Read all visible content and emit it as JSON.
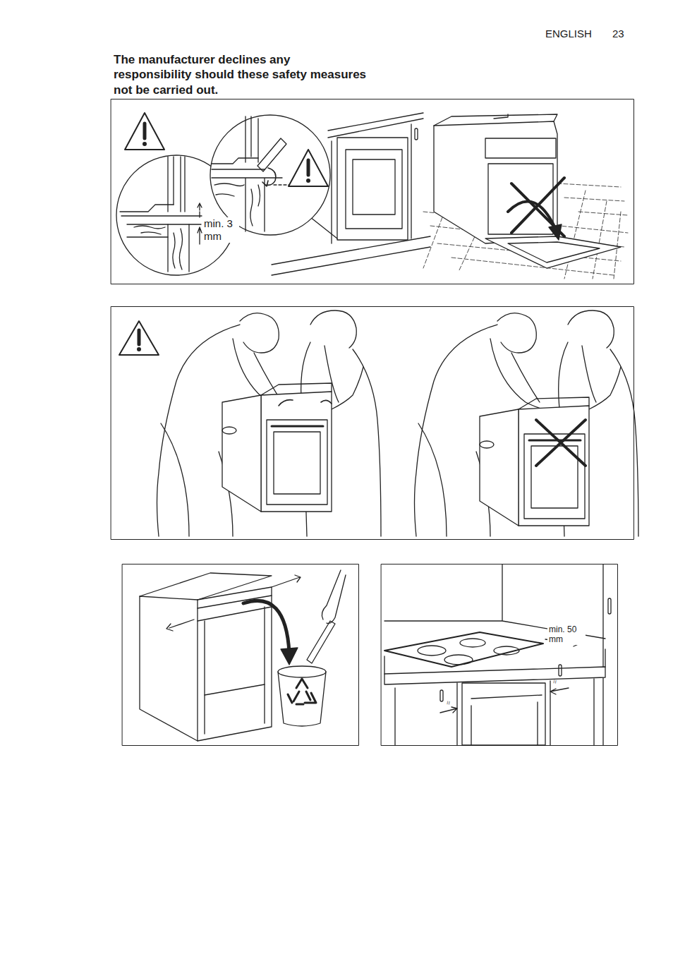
{
  "diagram": {
    "title": "The manufacturer declines any responsibility should these safety measures not be carried out.",
    "labels": [
      "ENGLISH",
      "23",
      "min. 3 mm",
      "min. 50 mm",
      "=",
      "="
    ]
  }
}
